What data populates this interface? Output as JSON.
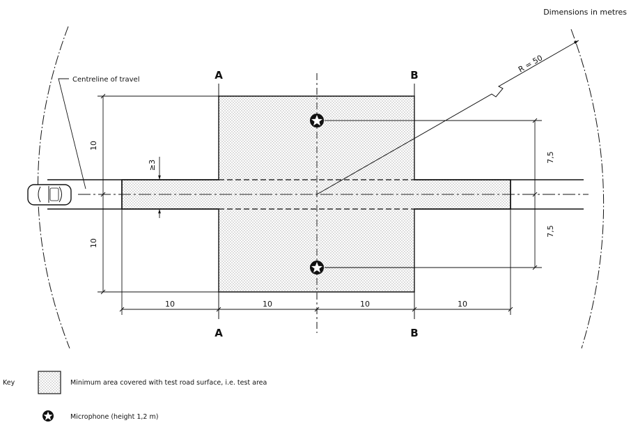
{
  "header": {
    "units_note": "Dimensions in metres"
  },
  "labels": {
    "centreline": "Centreline of travel",
    "radius": "R = 50",
    "min_width": "≥3"
  },
  "sections": {
    "a_top": "A",
    "b_top": "B",
    "a_bottom": "A",
    "b_bottom": "B"
  },
  "dimensions": {
    "height_upper": "10",
    "height_lower": "10",
    "mic_offset_upper": "7,5",
    "mic_offset_lower": "7,5",
    "length_1": "10",
    "length_2": "10",
    "length_3": "10",
    "length_4": "10"
  },
  "key": {
    "title": "Key",
    "test_area": "Minimum area covered with test road surface, i.e. test area",
    "microphone": "Microphone (height 1,2 m)"
  },
  "colors": {
    "line": "#111111",
    "stipple": "#555555",
    "background": "#ffffff"
  }
}
